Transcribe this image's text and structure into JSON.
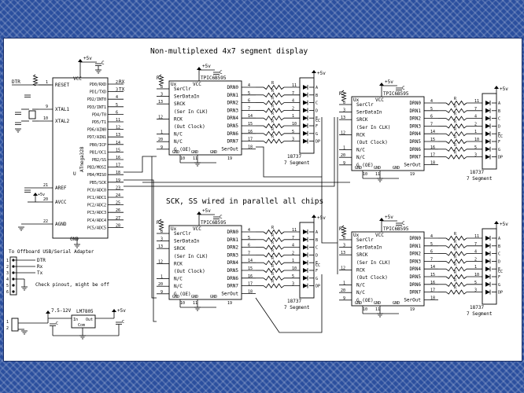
{
  "titles": {
    "main": "Non-multiplexed 4x7 segment display",
    "parallel_note": "SCK, SS wired in parallel all chips"
  },
  "mcu": {
    "vcc": "VCC",
    "supply": "+5v",
    "cap": "C",
    "name": "ATmega328",
    "u": "U",
    "dtr": "DTR",
    "gnd": "GND",
    "left_pins": [
      {
        "num": "1",
        "name": "RESET"
      },
      {
        "num": "9",
        "name": "XTAL1"
      },
      {
        "num": "10",
        "name": "XTAL2"
      },
      {
        "num": "21",
        "name": "AREF"
      },
      {
        "num": "20",
        "name": "AVCC"
      },
      {
        "num": "22",
        "name": "AGND"
      }
    ],
    "right_pins": [
      {
        "num": "2",
        "name": "PD0/RXD",
        "net": "RX"
      },
      {
        "num": "3",
        "name": "PD1/TXD",
        "net": "TX"
      },
      {
        "num": "4",
        "name": "PD2/INT0",
        "net": ""
      },
      {
        "num": "5",
        "name": "PD3/INT1",
        "net": ""
      },
      {
        "num": "6",
        "name": "PD4/T0",
        "net": ""
      },
      {
        "num": "11",
        "name": "PD5/T1",
        "net": ""
      },
      {
        "num": "12",
        "name": "PD6/AIN0",
        "net": ""
      },
      {
        "num": "13",
        "name": "PD7/AIN1",
        "net": ""
      },
      {
        "num": "14",
        "name": "PB0/ICP",
        "net": ""
      },
      {
        "num": "15",
        "name": "PB1/OC1",
        "net": ""
      },
      {
        "num": "16",
        "name": "PB2/SS",
        "net": ""
      },
      {
        "num": "17",
        "name": "PB3/MOSI",
        "net": ""
      },
      {
        "num": "18",
        "name": "PB4/MISO",
        "net": ""
      },
      {
        "num": "19",
        "name": "PB5/SCK",
        "net": ""
      },
      {
        "num": "23",
        "name": "PC0/ADC0",
        "net": ""
      },
      {
        "num": "24",
        "name": "PC1/ADC1",
        "net": ""
      },
      {
        "num": "25",
        "name": "PC2/ADC2",
        "net": ""
      },
      {
        "num": "26",
        "name": "PC3/ADC3",
        "net": ""
      },
      {
        "num": "27",
        "name": "PC4/ADC4",
        "net": ""
      },
      {
        "num": "28",
        "name": "PC5/ADC5",
        "net": ""
      }
    ]
  },
  "shift_register": {
    "ux": "Ux",
    "name": "TPIC6B595",
    "vcc": "VCC",
    "supply": "+5v",
    "cap": "C",
    "r": "R",
    "left_pins": [
      {
        "num": "8",
        "name": "SerClr"
      },
      {
        "num": "3",
        "name": "SerDataIn"
      },
      {
        "num": "13",
        "name": "SRCK"
      },
      {
        "num": "",
        "name": "(Ser In CLK)"
      },
      {
        "num": "12",
        "name": "RCK"
      },
      {
        "num": "",
        "name": "(Out Clock)"
      },
      {
        "num": "1",
        "name": "N/C"
      },
      {
        "num": "20",
        "name": "N/C"
      },
      {
        "num": "9",
        "name": "G (OE)"
      }
    ],
    "right_pins": [
      {
        "num": "4",
        "name": "DRN0"
      },
      {
        "num": "5",
        "name": "DRN1"
      },
      {
        "num": "6",
        "name": "DRN2"
      },
      {
        "num": "7",
        "name": "DRN3"
      },
      {
        "num": "14",
        "name": "DRN4"
      },
      {
        "num": "15",
        "name": "DRN5"
      },
      {
        "num": "16",
        "name": "DRN6"
      },
      {
        "num": "17",
        "name": "DRN7"
      },
      {
        "num": "18",
        "name": "SerOut"
      }
    ],
    "bottom": {
      "gnd1": "GND",
      "gnd2": "GND",
      "gnd3": "GND",
      "p10": "10",
      "p11": "11",
      "p19": "19"
    }
  },
  "display": {
    "r": "R",
    "supply": "+5v",
    "part": "18737",
    "label": "7 Segment",
    "cc": "CC",
    "dp": "DP",
    "segments": [
      {
        "pin": "11",
        "name": "A"
      },
      {
        "pin": "7",
        "name": "B"
      },
      {
        "pin": "4",
        "name": "C"
      },
      {
        "pin": "2",
        "name": "D"
      },
      {
        "pin": "1",
        "name": "E"
      },
      {
        "pin": "10",
        "name": "F"
      },
      {
        "pin": "5",
        "name": "G"
      },
      {
        "pin": "3",
        "name": "DP"
      }
    ]
  },
  "usb": {
    "title": "To Offboard USB/Serial Adapter",
    "pins": [
      "1",
      "2",
      "3",
      "4",
      "5",
      "6"
    ],
    "nets": [
      "DTR",
      "Rx",
      "Tx"
    ],
    "note": "Check pinout, might be off"
  },
  "regulator": {
    "input": "7.5-12V",
    "part": "LM7805",
    "in": "In",
    "out": "Out",
    "com": "Com",
    "supply": "+5v",
    "cap": "C",
    "p1": "1",
    "p2": "2"
  },
  "board": {
    "cap": "C",
    "r": "R",
    "supply": "+5v"
  }
}
